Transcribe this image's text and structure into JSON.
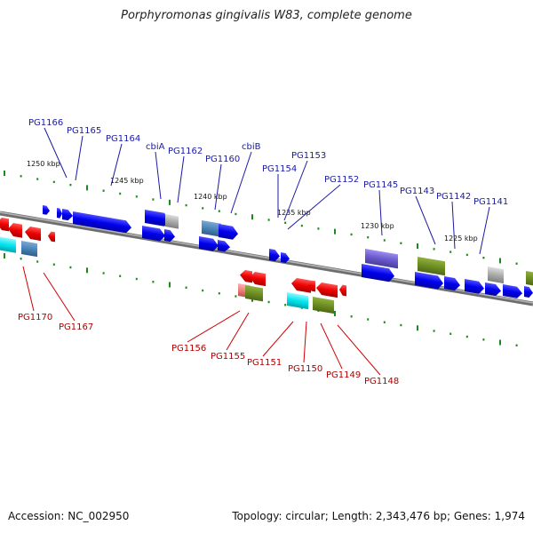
{
  "title": "Porphyromonas gingivalis W83, complete genome",
  "footer": {
    "accession": "Accession: NC_002950",
    "stats": "Topology: circular; Length: 2,343,476 bp; Genes: 1,974"
  },
  "colors": {
    "forward_gene": "#0000ee",
    "reverse_gene": "#ee0000",
    "forward_label": "#1a1aa6",
    "reverse_label": "#b00000",
    "backbone": "#777777",
    "tick": "#1a8a1a",
    "olive": "#6e8e22",
    "cyan": "#00e5ee",
    "steel": "#4a86b8",
    "purple": "#6a5acd",
    "gray": "#aaaaaa",
    "salmon": "#f08080"
  },
  "kbp_labels": [
    "1250 kbp",
    "1245 kbp",
    "1240 kbp",
    "1235 kbp",
    "1230 kbp",
    "1225 kbp"
  ],
  "forward_genes": [
    "PG1166",
    "PG1165",
    "PG1164",
    "cbiA",
    "PG1162",
    "PG1160",
    "cbiB",
    "PG1154",
    "PG1153",
    "PG1152",
    "PG1145",
    "PG1143",
    "PG1142",
    "PG1141"
  ],
  "reverse_genes": [
    "PG1170",
    "PG1167",
    "PG1156",
    "PG1155",
    "PG1151",
    "PG1150",
    "PG1149",
    "PG1148"
  ]
}
